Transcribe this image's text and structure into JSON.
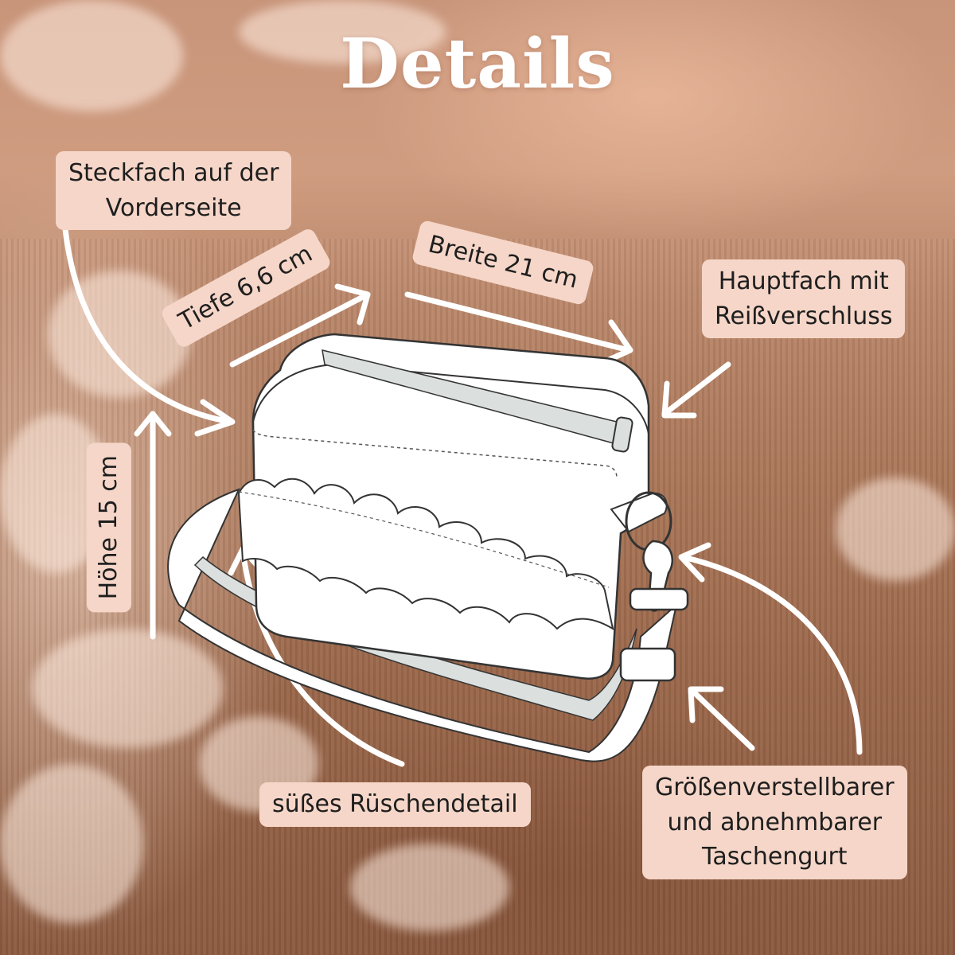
{
  "title": "Details",
  "labels": {
    "pocket": {
      "line1": "Steckfach auf der",
      "line2": "Vorderseite"
    },
    "depth": "Tiefe 6,6 cm",
    "width": "Breite 21 cm",
    "main_compartment": {
      "line1": "Hauptfach mit",
      "line2": "Reißverschluss"
    },
    "height": "Höhe 15 cm",
    "ruffle": "süßes Rüschendetail",
    "strap": {
      "line1": "Größenverstellbarer",
      "line2": "und abnehmbarer",
      "line3": "Taschengurt"
    }
  },
  "colors": {
    "label_background": "#f5d6c8",
    "label_text": "#1e1e1e",
    "title": "#ffffff",
    "arrows": "#ffffff",
    "strap_fill": "#dbe0de"
  }
}
